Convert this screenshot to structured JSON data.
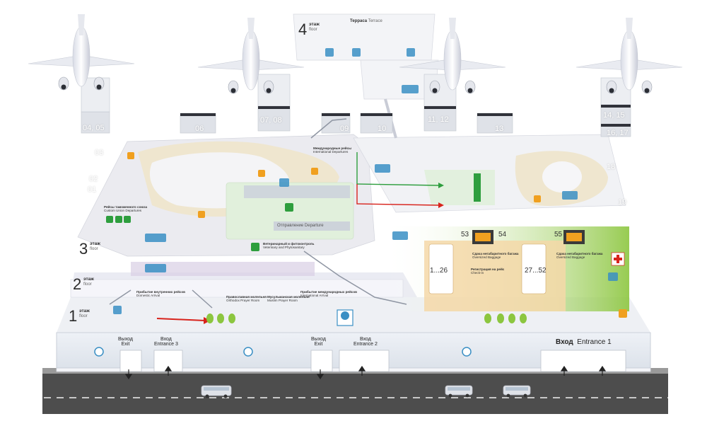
{
  "floors": [
    {
      "num": "4",
      "ru": "этаж",
      "en": "floor"
    },
    {
      "num": "3",
      "ru": "этаж",
      "en": "floor"
    },
    {
      "num": "2",
      "ru": "этаж",
      "en": "floor"
    },
    {
      "num": "1",
      "ru": "этаж",
      "en": "floor"
    }
  ],
  "terrace": {
    "ru": "Терраса",
    "en": "Terrace"
  },
  "gates": [
    "04, 05",
    "06",
    "07, 08",
    "09",
    "10",
    "11, 12",
    "13",
    "14, 15",
    "16, 17",
    "03",
    "02",
    "01",
    "18",
    "19"
  ],
  "areas": {
    "intl_departures_ru": "Международные рейсы",
    "intl_departures_en": "International Departures",
    "customs_ru": "Рейсы таможенного союза",
    "customs_en": "Custom Union Departures",
    "departure_ru": "Отправление",
    "departure_en": "Departure",
    "vet_ru": "Ветеринарный и фитоконтроль",
    "vet_en": "Veterinary and Phytosanitary",
    "dom_arrival_ru": "Прибытие внутренних рейсов",
    "dom_arrival_en": "Domestic Arrival",
    "orthodox_ru": "Православная молельня",
    "orthodox_en": "Orthodox Prayer Room",
    "muslim_ru": "Мусульманская молельня",
    "muslim_en": "Muslim Prayer Room",
    "intl_arrival_ru": "Прибытие международных рейсов",
    "intl_arrival_en": "International Arrival",
    "oversize_ru": "Сдача негабаритного багажа",
    "oversize_en": "Oversized Baggage",
    "checkin_ru": "Регистрация на рейс",
    "checkin_en": "Check-in"
  },
  "counters": {
    "c53": "53",
    "c54": "54",
    "c55": "55",
    "range1": "1...26",
    "range2": "27...52"
  },
  "exits": [
    {
      "ru": "Выход",
      "en": "Exit"
    },
    {
      "ru": "Вход",
      "en": "Entrance 3"
    },
    {
      "ru": "Выход",
      "en": "Exit"
    },
    {
      "ru": "Вход",
      "en": "Entrance 2"
    }
  ],
  "entrance1": {
    "ru": "Вход",
    "en": "Entrance 1"
  },
  "colors": {
    "beige": "#efe6cf",
    "floor": "#ececf2",
    "green_zone": "#8cc63f",
    "checkin": "#f4d8a8",
    "icon_blue": "#3a8fc4",
    "icon_green": "#2e9e3e",
    "icon_orange": "#f0a020",
    "road": "#4a4a4a",
    "red_arrow": "#d8231c"
  }
}
